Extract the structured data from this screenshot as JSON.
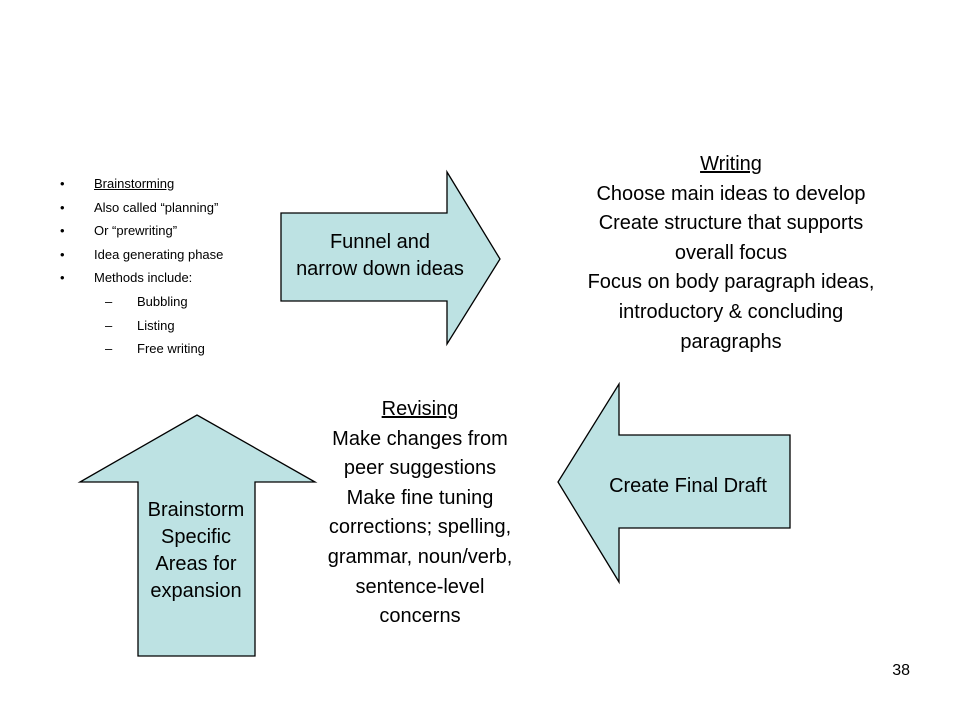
{
  "bullets": [
    {
      "text": "Brainstorming",
      "level": 1,
      "underline": true
    },
    {
      "text": "Also called “planning”",
      "level": 1
    },
    {
      "text": "Or “prewriting”",
      "level": 1
    },
    {
      "text": "Idea generating phase",
      "level": 1
    },
    {
      "text": "Methods include:",
      "level": 1
    },
    {
      "text": "Bubbling",
      "level": 2
    },
    {
      "text": "Listing",
      "level": 2
    },
    {
      "text": "Free writing",
      "level": 2
    }
  ],
  "arrows": {
    "funnel": "Funnel and\nnarrow down ideas",
    "final_draft": "Create Final Draft",
    "brainstorm": "Brainstorm\nSpecific\nAreas for\nexpansion"
  },
  "writing": {
    "heading": "Writing",
    "lines": [
      "Choose main ideas to develop",
      "Create structure that supports",
      "overall focus",
      "Focus on body paragraph ideas,",
      "introductory & concluding",
      "paragraphs"
    ]
  },
  "revising": {
    "heading": "Revising",
    "lines": [
      "Make changes from",
      "peer suggestions",
      "Make fine tuning",
      "corrections; spelling,",
      "grammar, noun/verb,",
      "sentence-level",
      "concerns"
    ]
  },
  "page_number": "38",
  "colors": {
    "arrow_fill": "#bde2e3",
    "arrow_stroke": "#000000"
  }
}
